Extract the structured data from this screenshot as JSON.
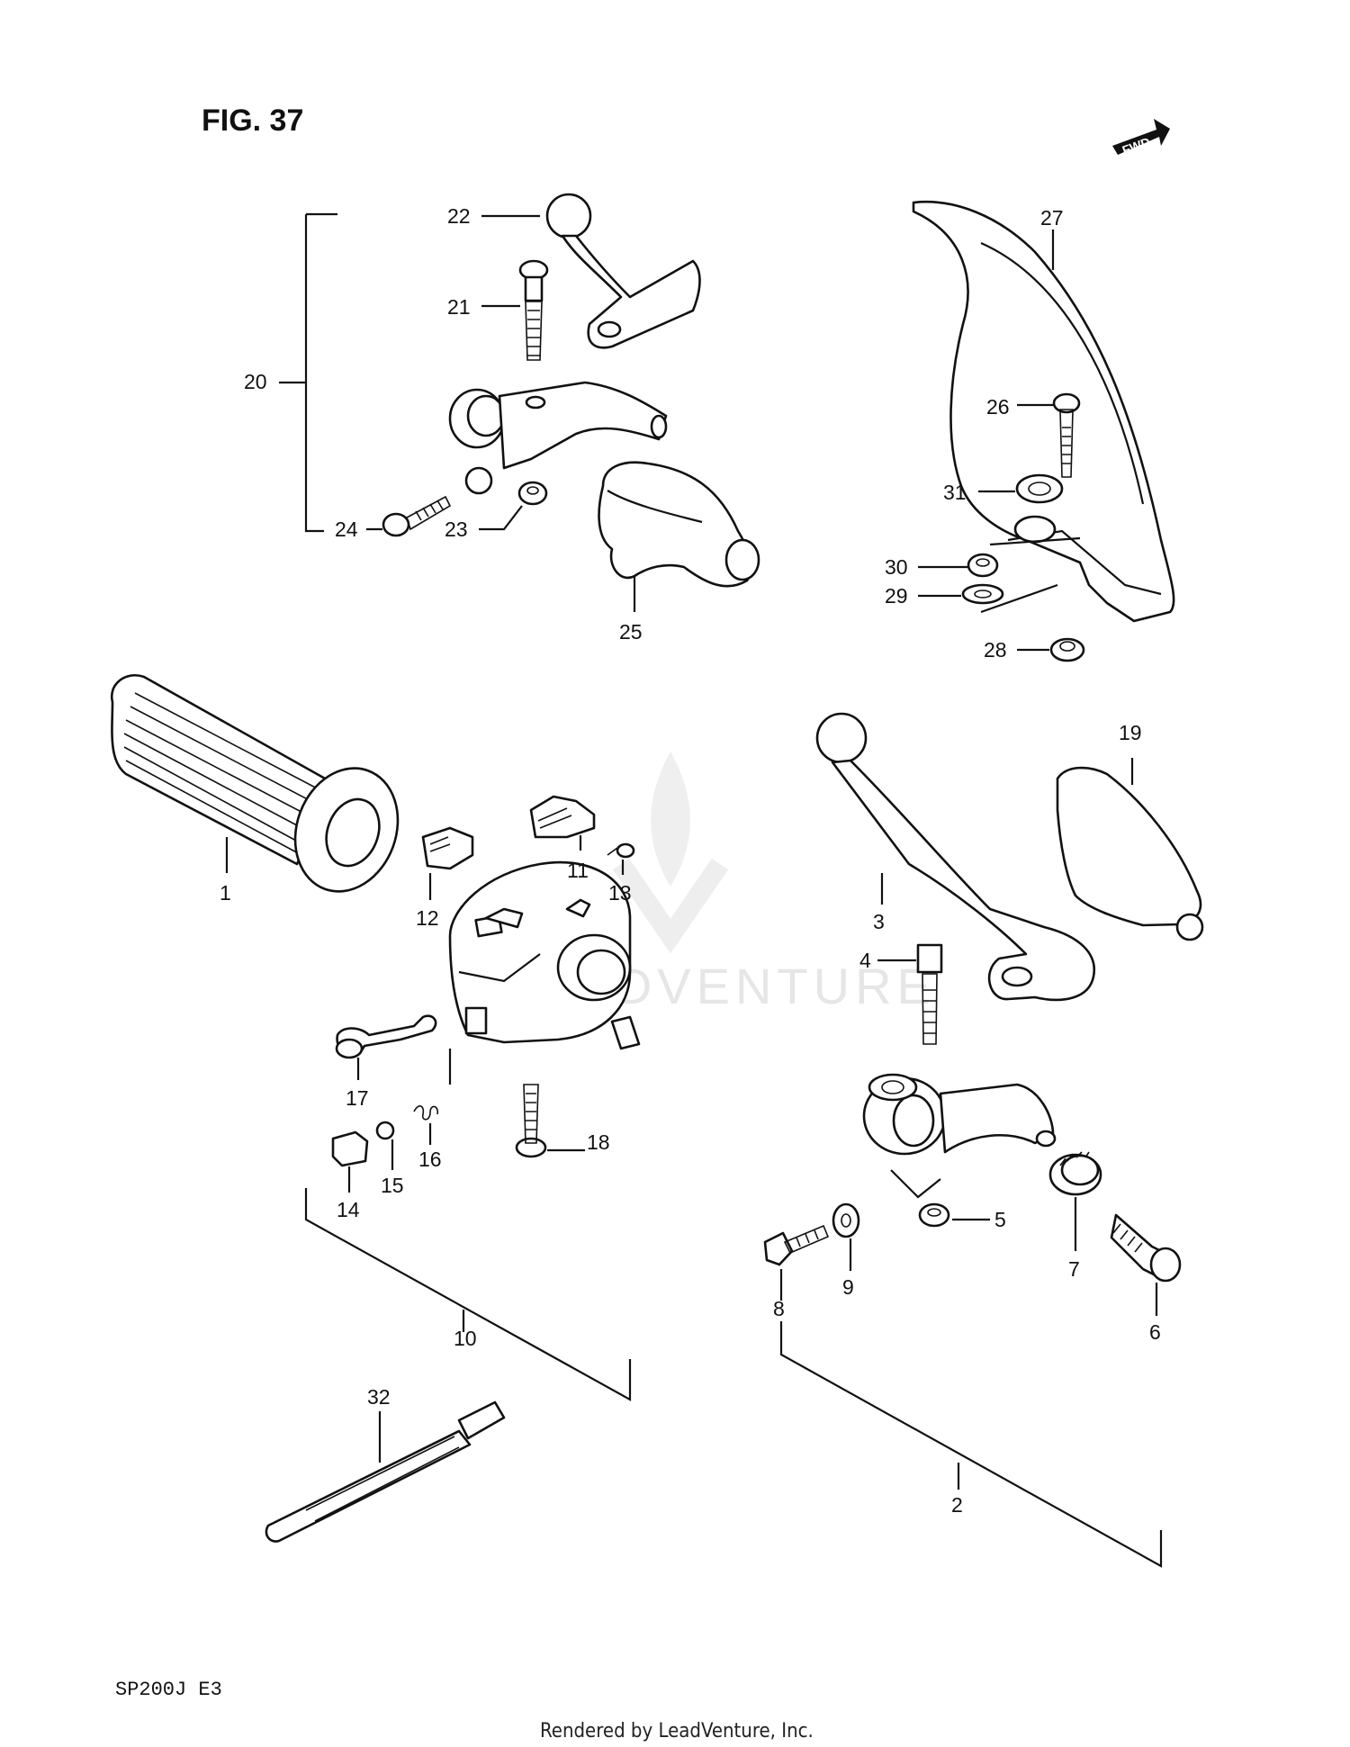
{
  "figure_title": "FIG. 37",
  "direction_badge": "FWD",
  "model_code": "SP200J  E3",
  "footer_credit": "Rendered by LeadVenture, Inc.",
  "watermark": "LEADVENTURE",
  "callouts": {
    "c1": "1",
    "c2": "2",
    "c3": "3",
    "c4": "4",
    "c5": "5",
    "c6": "6",
    "c7": "7",
    "c8": "8",
    "c9": "9",
    "c10": "10",
    "c11": "11",
    "c12": "12",
    "c13": "13",
    "c14": "14",
    "c15": "15",
    "c16": "16",
    "c17": "17",
    "c18": "18",
    "c19": "19",
    "c20": "20",
    "c21": "21",
    "c22": "22",
    "c23": "23",
    "c24": "24",
    "c25": "25",
    "c26": "26",
    "c27": "27",
    "c28": "28",
    "c29": "29",
    "c30": "30",
    "c31": "31",
    "c32": "32"
  }
}
